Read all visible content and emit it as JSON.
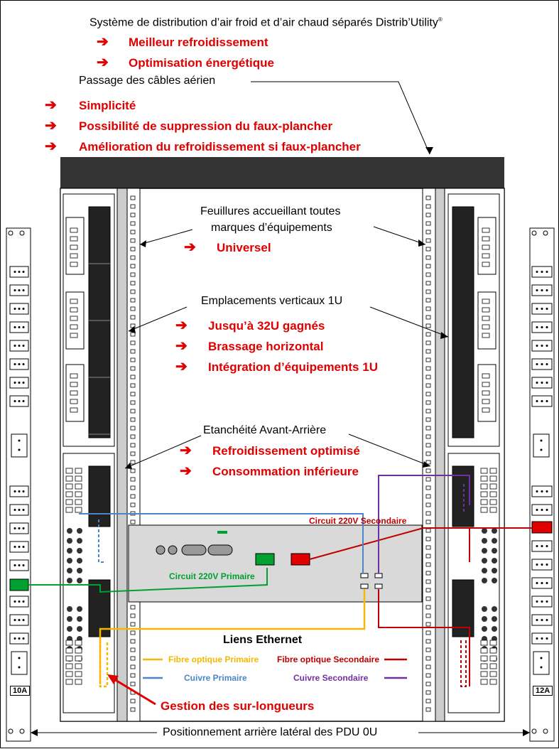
{
  "title": "Système de distribution d’air froid et d’air chaud séparés Distrib’Utility",
  "title_mark": "®",
  "benefits_top": [
    "Meilleur refroidissement",
    "Optimisation énergétique"
  ],
  "cable_label": "Passage des câbles aérien",
  "benefits_cable": [
    "Simplicité",
    "Possibilité de suppression du faux-plancher",
    "Amélioration du refroidissement si faux-plancher"
  ],
  "rebates_label": [
    "Feuillures accueillant toutes",
    "marques d’équipements"
  ],
  "rebates_benefit": "Universel",
  "vertical_label": "Emplacements verticaux 1U",
  "vertical_benefits": [
    "Jusqu’à 32U gagnés",
    "Brassage horizontal",
    "Intégration d’équipements 1U"
  ],
  "seal_label": "Etanchéité Avant-Arrière",
  "seal_benefits": [
    "Refroidissement optimisé",
    "Consommation inférieure"
  ],
  "circuit_secondary": "Circuit 220V Secondaire",
  "circuit_primary": "Circuit 220V Primaire",
  "ethernet_title": "Liens Ethernet",
  "legend": {
    "fiber_primary": "Fibre optique Primaire",
    "fiber_secondary": "Fibre optique Secondaire",
    "copper_primary": "Cuivre Primaire",
    "copper_secondary": "Cuivre Secondaire"
  },
  "colors": {
    "fiber_primary": "#f5b800",
    "fiber_secondary": "#c00000",
    "copper_primary": "#4a86c8",
    "copper_secondary": "#7030a0",
    "accent_red": "#e00000",
    "pdu_green": "#00a030",
    "rack_top": "#333333"
  },
  "overlength_label": "Gestion des sur-longueurs",
  "pdu_left_label": "10A",
  "pdu_right_label": "12A",
  "pdu_position_label": "Positionnement arrière latéral des PDU 0U"
}
